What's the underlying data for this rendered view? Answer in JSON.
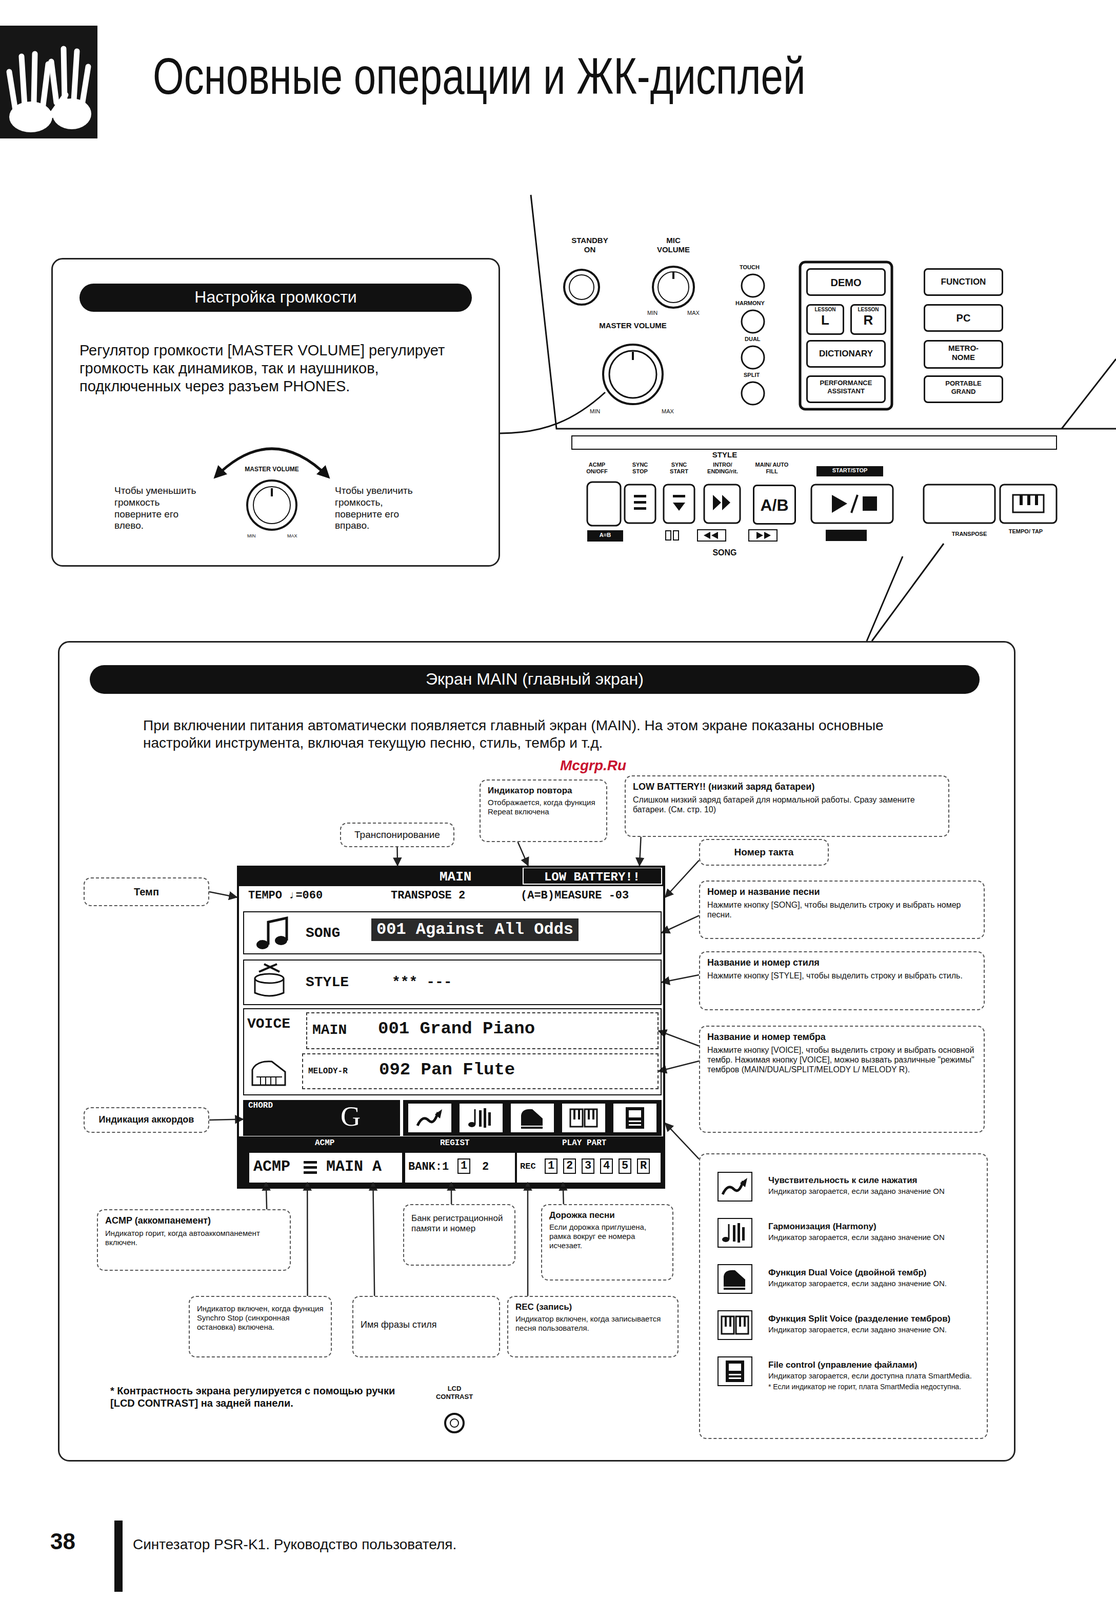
{
  "diagram": {
    "title": "Основные операции и ЖК-дисплей",
    "nodes": [
      {
        "text": [
          "Регулятор громкости [MASTER VOLUME] регулирует громкость как динамиков, так и наушников, подключенных через разъем PHONES.",
          "Чтобы уменьшить громкость поверните его влево.",
          "Чтобы увеличить громкость, поверните его вправо."
        ]
      },
      {
        "text": [
          "Настройка громкости"
        ],
        "in": 0
      },
      {
        "text": [
          "DEMO"
        ]
      },
      {
        "text": [
          "LESSON",
          "L"
        ]
      },
      {
        "text": [
          "LESSON",
          "R"
        ]
      },
      {
        "text": [
          "DICTIONARY"
        ]
      },
      {
        "text": [
          "PERFORMANCE ASSISTANT"
        ]
      },
      {
        "text": [
          "FUNCTION"
        ]
      },
      {
        "text": [
          "PC"
        ]
      },
      {
        "text": [
          "METRO- NOME"
        ]
      },
      {
        "text": [
          "PORTABLE GRAND"
        ]
      },
      {
        "text": [
          "A/B"
        ]
      },
      {
        "text": [
          "При включении питания автоматически появляется главный экран (MAIN). На этом экране показаны основные настройки инструмента, включая текущую песню, стиль, тембр и т.д."
        ]
      },
      {
        "text": [
          "Экран MAIN (главный экран)"
        ],
        "in": 12
      },
      {
        "text": [
          "Индикатор повтора",
          "Отображается, когда функция Repeat включена"
        ],
        "in": 12
      },
      {
        "text": [
          "LOW BATTERY!! (низкий заряд батареи)",
          "Слишком низкий заряд батарей для нормальной работы. Сразу замените батареи. (См. стр. 10)"
        ],
        "in": 12
      },
      {
        "text": [
          "Транспонирование"
        ],
        "in": 12
      },
      {
        "text": [
          "Номер такта"
        ],
        "in": 12
      },
      {
        "text": [
          "Темп"
        ],
        "in": 12
      },
      {
        "text": [
          "MAIN",
          "LOW BATTERY!!",
          "TEMPO ♩=060",
          "TRANSPOSE 2",
          "(A=B)MEASURE -03"
        ],
        "in": 12
      },
      {
        "text": [
          "SONG",
          "001 Against All Odds"
        ],
        "in": 19
      },
      {
        "text": [
          "Номер и название песни",
          "Нажмите кнопку [SONG], чтобы выделить строку и выбрать номер песни."
        ],
        "in": 12
      },
      {
        "text": [
          "STYLE",
          "*** ---"
        ],
        "in": 19
      },
      {
        "text": [
          "Название и номер стиля",
          "Нажмите кнопку [STYLE], чтобы выделить строку и выбрать стиль."
        ],
        "in": 12
      },
      {
        "text": [
          "VOICE"
        ],
        "in": 19
      },
      {
        "text": [
          "MAIN",
          "001 Grand Piano"
        ],
        "in": 24
      },
      {
        "text": [
          "MELODY-R",
          "092 Pan Flute"
        ],
        "in": 24
      },
      {
        "text": [
          "Название и номер тембра",
          "Нажмите кнопку [VOICE], чтобы выделить строку и выбрать основной тембр. Нажимая кнопку [VOICE], можно вызвать различные \"режимы\" тембров (MAIN/DUAL/SPLIT/MELODY L/ MELODY R)."
        ],
        "in": 12
      },
      {
        "text": [
          "CHORD",
          "G"
        ],
        "in": 19
      },
      {
        "text": [
          "Индикация аккордов"
        ],
        "in": 12
      },
      {
        "text": [
          "ACMP",
          "ACMP",
          "MAIN A"
        ],
        "in": 19
      },
      {
        "text": [
          "REGIST",
          "BANK:1",
          "1",
          "2"
        ],
        "in": 19
      },
      {
        "text": [
          "PLAY PART",
          "REC",
          "1",
          "2",
          "3",
          "4",
          "5",
          "R"
        ],
        "in": 19
      },
      {
        "text": [
          "Чувствительность к силе нажатия",
          "Индикатор загорается, если задано значение ON",
          "Гармонизация (Harmony)",
          "Индикатор загорается, если задано значение ON",
          "Функция Dual Voice (двойной тембр)",
          "Индикатор загорается, если задано значение ON.",
          "Функция Split Voice (разделение тембров)",
          "Индикатор загорается, если задано значение ON.",
          "File control (управление файлами)",
          "Индикатор загорается, если доступна плата SmartMedia.",
          "* Если индикатор не горит, плата SmartMedia недоступна."
        ],
        "in": 12
      },
      {
        "text": [
          "ACMP (аккомпанемент)",
          "Индикатор горит, когда автоаккомпанемент включен."
        ],
        "in": 12
      },
      {
        "text": [
          "Банк регистрационной памяти и номер"
        ],
        "in": 12
      },
      {
        "text": [
          "Дорожка песни",
          "Если дорожка приглушена, рамка вокруг ее номера исчезает."
        ],
        "in": 12
      },
      {
        "text": [
          "Индикатор включен, когда функция Synchro Stop (синхронная остановка) включена."
        ],
        "in": 12
      },
      {
        "text": [
          "Имя фразы стиля"
        ],
        "in": 12
      },
      {
        "text": [
          "REC (запись)",
          "Индикатор включен, когда записывается песня пользователя."
        ],
        "in": 12
      }
    ],
    "edges": [
      {
        "from": 16,
        "to": 19,
        "arrow": "to"
      },
      {
        "from": 14,
        "to": 19,
        "arrow": "to"
      },
      {
        "from": 15,
        "to": 19,
        "arrow": "to"
      },
      {
        "from": 17,
        "to": 19,
        "arrow": "to"
      },
      {
        "from": 18,
        "to": 19,
        "arrow": "to"
      },
      {
        "from": 21,
        "to": 20,
        "arrow": "to"
      },
      {
        "from": 23,
        "to": 22,
        "arrow": "to"
      },
      {
        "from": 27,
        "to": 25,
        "arrow": "to"
      },
      {
        "from": 27,
        "to": 26,
        "arrow": "to"
      },
      {
        "from": 29,
        "to": 28,
        "arrow": "to"
      },
      {
        "from": 33,
        "to": 19,
        "arrow": "to"
      },
      {
        "from": 34,
        "to": 30,
        "arrow": "to"
      },
      {
        "from": 37,
        "to": 30,
        "arrow": "to"
      },
      {
        "from": 38,
        "to": 30,
        "arrow": "to"
      },
      {
        "from": 35,
        "to": 31,
        "arrow": "to"
      },
      {
        "from": 36,
        "to": 32,
        "arrow": "to"
      },
      {
        "from": 39,
        "to": 32,
        "arrow": "to"
      }
    ],
    "labels": [
      "STANDBY ON",
      "MIC VOLUME",
      "MIN",
      "MAX",
      "MASTER VOLUME",
      "MIN",
      "MAX",
      "TOUCH",
      "HARMONY",
      "DUAL",
      "SPLIT",
      "STYLE",
      "ACMP ON/OFF",
      "SYNC STOP",
      "SYNC START",
      "INTRO/ ENDING/rit.",
      "MAIN/ AUTO FILL",
      "START/STOP",
      "A=B",
      "SONG",
      "TRANSPOSE",
      "TEMPO/ TAP",
      "MASTER VOLUME",
      "MIN",
      "MAX",
      "Mcgrp.Ru",
      "* Контрастность экрана регулируется с помощью ручки [LCD CONTRAST] на задней панели.",
      "LCD CONTRAST",
      "38",
      "Синтезатор PSR-K1. Руководство пользователя."
    ]
  }
}
